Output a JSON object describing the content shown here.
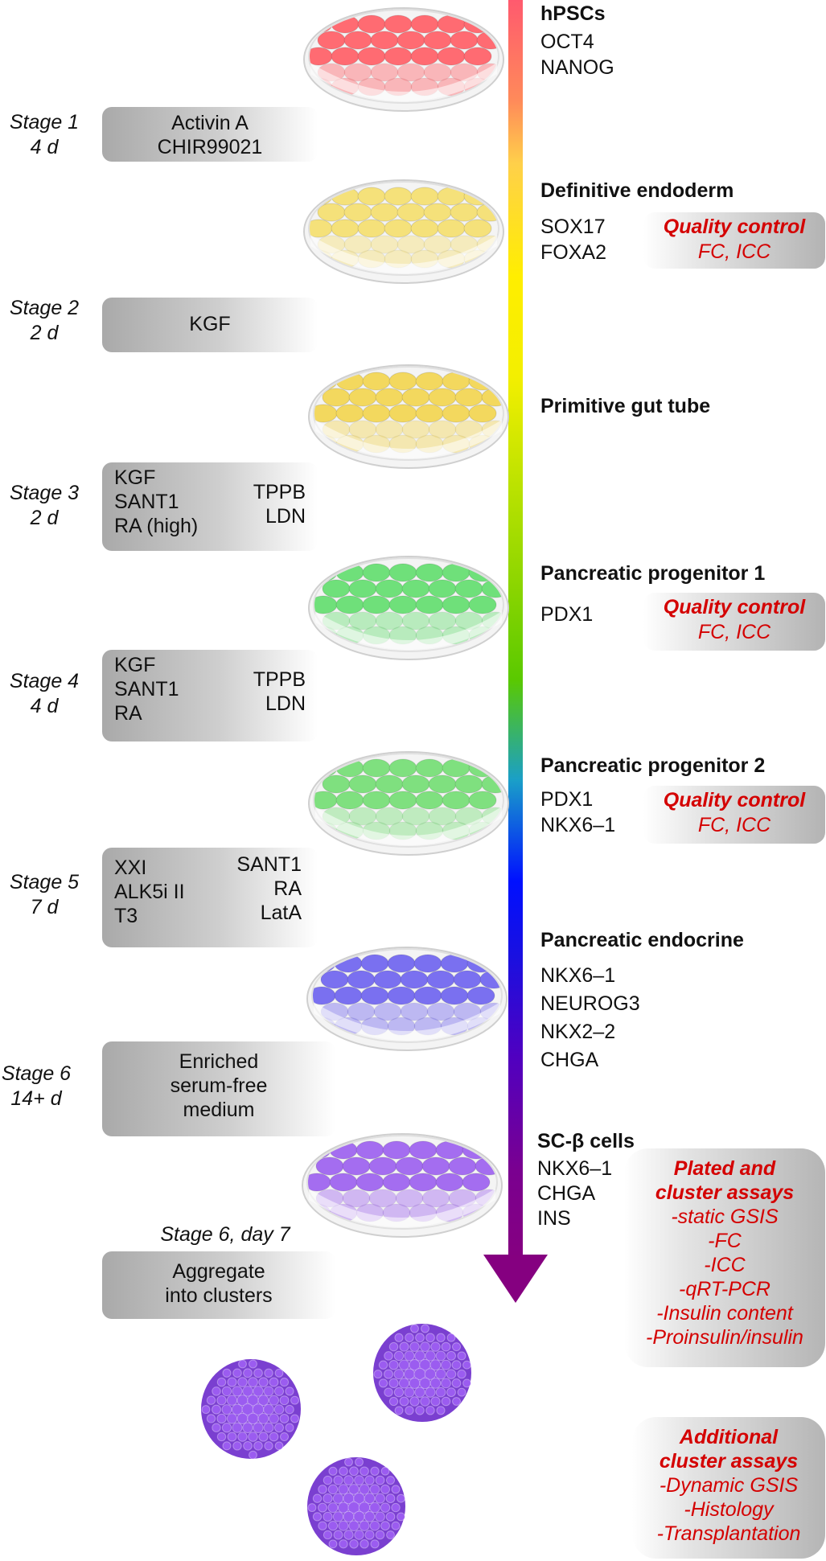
{
  "stages": [
    {
      "label": "Stage 1",
      "duration": "4 d",
      "factors": [
        "Activin A",
        "CHIR99021"
      ]
    },
    {
      "label": "Stage 2",
      "duration": "2 d",
      "factors": [
        "KGF"
      ]
    },
    {
      "label": "Stage 3",
      "duration": "2 d",
      "left": [
        "KGF",
        "SANT1",
        "RA (high)"
      ],
      "right": [
        "TPPB",
        "LDN"
      ]
    },
    {
      "label": "Stage 4",
      "duration": "4 d",
      "left": [
        "KGF",
        "SANT1",
        "RA"
      ],
      "right": [
        "TPPB",
        "LDN"
      ]
    },
    {
      "label": "Stage 5",
      "duration": "7 d",
      "left": [
        "XXI",
        "ALK5i II",
        "T3"
      ],
      "right": [
        "SANT1",
        "RA",
        "LatA"
      ]
    },
    {
      "label": "Stage 6",
      "duration": "14+ d",
      "factors": [
        "Enriched",
        "serum-free",
        "medium"
      ]
    }
  ],
  "aggregate": {
    "label": "Stage 6, day 7",
    "lines": [
      "Aggregate",
      "into clusters"
    ]
  },
  "cell_stages": [
    {
      "title": "hPSCs",
      "markers": [
        "OCT4",
        "NANOG"
      ],
      "color": "#ff6b72"
    },
    {
      "title": "Definitive endoderm",
      "markers": [
        "SOX17",
        "FOXA2"
      ],
      "color": "#f5e17a"
    },
    {
      "title": "Primitive gut tube",
      "markers": [],
      "color": "#f3d85e"
    },
    {
      "title": "Pancreatic progenitor 1",
      "markers": [
        "PDX1"
      ],
      "color": "#6fe07a"
    },
    {
      "title": "Pancreatic progenitor 2",
      "markers": [
        "PDX1",
        "NKX6–1"
      ],
      "color": "#7fe07f"
    },
    {
      "title": "Pancreatic endocrine",
      "markers": [
        "NKX6–1",
        "NEUROG3",
        "NKX2–2",
        "CHGA"
      ],
      "color": "#7a70f0"
    },
    {
      "title": "SC-β cells",
      "markers": [
        "NKX6–1",
        "CHGA",
        "INS"
      ],
      "color": "#a46df0"
    }
  ],
  "quality_control": {
    "head": "Quality control",
    "methods": "FC, ICC"
  },
  "plated_assays": {
    "head": [
      "Plated and",
      "cluster assays"
    ],
    "items": [
      "-static GSIS",
      "-FC",
      "-ICC",
      "-qRT-PCR",
      "-Insulin content",
      "-Proinsulin/insulin"
    ]
  },
  "additional_assays": {
    "head": [
      "Additional",
      "cluster assays"
    ],
    "items": [
      "-Dynamic GSIS",
      "-Histology",
      "-Transplantation"
    ]
  },
  "cluster_color": "#9b5cf0",
  "accent_red": "#d40000"
}
